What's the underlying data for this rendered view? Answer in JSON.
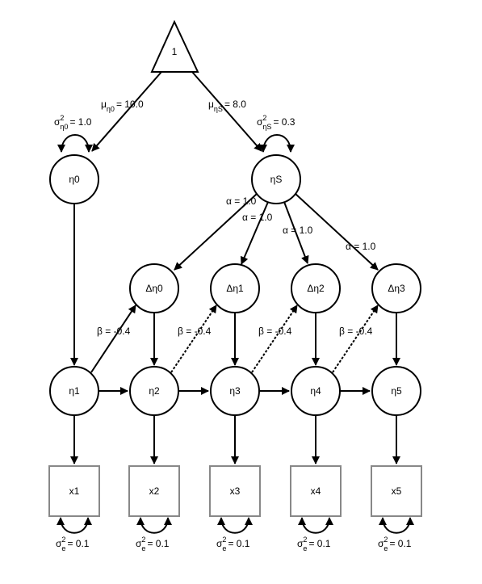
{
  "constant": "1",
  "latent": {
    "eta0": "η0",
    "etaS": "ηS",
    "eta1": "η1",
    "eta2": "η2",
    "eta3": "η3",
    "eta4": "η4",
    "eta5": "η5",
    "d0": "Δη0",
    "d1": "Δη1",
    "d2": "Δη2",
    "d3": "Δη3"
  },
  "observed": [
    "x1",
    "x2",
    "x3",
    "x4",
    "x5"
  ],
  "labels": {
    "mu0_main": "μ",
    "mu0_sub": "η0",
    "mu0_val": "= 10.0",
    "muS_main": "μ",
    "muS_sub": "ηS",
    "muS_val": "= 8.0",
    "var0_main": "σ",
    "var0_sup": "2",
    "var0_sub": "η0",
    "var0_val": "= 1.0",
    "varS_main": "σ",
    "varS_sup": "2",
    "varS_sub": "ηS",
    "varS_val": "= 0.3",
    "alpha": [
      "α = 1.0",
      "α = 1.0",
      "α = 1.0",
      "α = 1.0"
    ],
    "beta": [
      "β = -0.4",
      "β = -0.4",
      "β = -0.4",
      "β = -0.4"
    ],
    "err_main": "σ",
    "err_sup": "2",
    "err_sub": "e",
    "err_val": "= 0.1"
  }
}
